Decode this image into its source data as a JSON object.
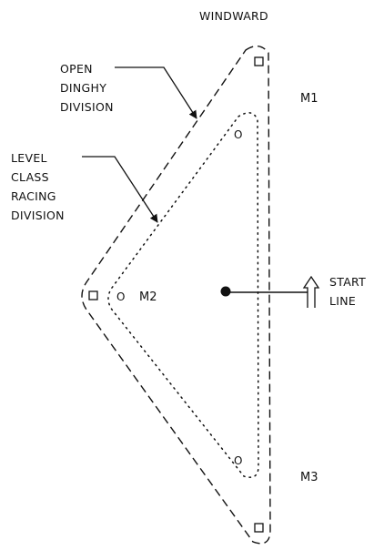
{
  "labels": {
    "windward": "WINDWARD",
    "open_dinghy": [
      "OPEN",
      "DINGHY",
      "DIVISION"
    ],
    "level_class": [
      "LEVEL",
      "CLASS",
      "RACING",
      "DIVISION"
    ],
    "start_line": [
      "START",
      "LINE"
    ]
  },
  "marks": {
    "m1": "M1",
    "m2": "M2",
    "m3": "M3",
    "inner_mark_glyph": "O"
  },
  "colors": {
    "ink": "#111111",
    "background": "#ffffff"
  }
}
